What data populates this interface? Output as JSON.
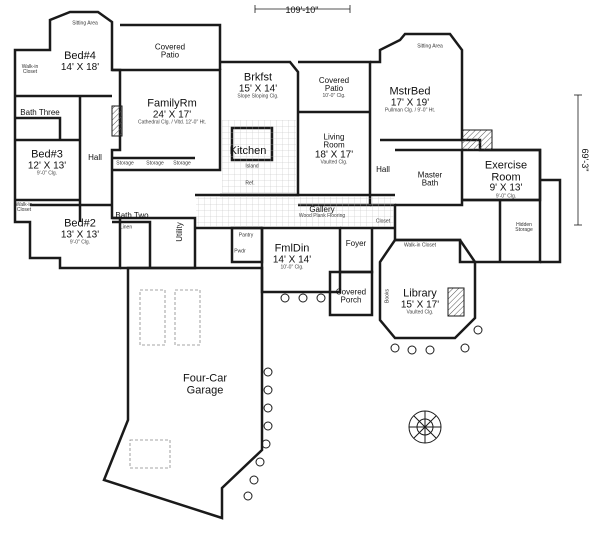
{
  "overall": {
    "width": "109'-10\"",
    "depth": "69'-3\""
  },
  "rooms": {
    "bed4": {
      "name": "Bed#4",
      "dims": "14' X 18'",
      "note": "Sitting Area"
    },
    "covered_patio_left": {
      "name": "Covered",
      "name2": "Patio"
    },
    "familyrm": {
      "name": "FamilyRm",
      "dims": "24' X 17'",
      "note": "Cathedral Clg. / Vltd. 12'-0\" Ht."
    },
    "brkfst": {
      "name": "Brkfst",
      "dims": "15' X 14'",
      "note": "Slope Sloping Clg."
    },
    "covered_patio_mid": {
      "name": "Covered",
      "name2": "Patio",
      "note": "10'-0\" Clg."
    },
    "mstrbed": {
      "name": "MstrBed",
      "dims": "17' X 19'",
      "note": "Sitting Area",
      "note2": "Pullman Clg. / 9'-0\" Ht."
    },
    "bath_three": {
      "name": "Bath Three"
    },
    "walkin_left_top": {
      "name": "Walk-in Closet"
    },
    "bed3": {
      "name": "Bed#3",
      "dims": "12' X 13'",
      "note": "9'-0\" Clg."
    },
    "hall_left": {
      "name": "Hall"
    },
    "kitchen": {
      "name": "Kitchen",
      "island": "Island"
    },
    "living": {
      "name": "Living",
      "name2": "Room",
      "dims": "18' X 17'",
      "note": "Vaulted Clg."
    },
    "master_bath": {
      "name": "Master",
      "name2": "Bath"
    },
    "exercise": {
      "name": "Exercise",
      "name2": "Room",
      "dims": "9' X 13'",
      "note": "9'-0\" Clg."
    },
    "bed2": {
      "name": "Bed#2",
      "dims": "13' X 13'",
      "note": "9'-0\" Clg."
    },
    "bath_two": {
      "name": "Bath Two"
    },
    "walkin_left_bottom": {
      "name": "Walk-in Closet"
    },
    "utility": {
      "name": "Utility"
    },
    "gallery": {
      "name": "Gallery",
      "note": "Wood Plank Flooring"
    },
    "hall_right": {
      "name": "Hall"
    },
    "walkin_right": {
      "name": "Walk-in Closet"
    },
    "pantry": {
      "name": "Pantry"
    },
    "fmldin": {
      "name": "FmlDin",
      "dims": "14' X 14'",
      "note": "10'-0\" Clg."
    },
    "foyer": {
      "name": "Foyer"
    },
    "covered_porch": {
      "name": "Covered",
      "name2": "Porch"
    },
    "library": {
      "name": "Library",
      "dims": "15' X 17'",
      "note": "Vaulted Clg."
    },
    "garage": {
      "name": "Four-Car",
      "name2": "Garage"
    }
  },
  "small_labels": {
    "storage1": "Storage",
    "storage2": "Storage",
    "storage3": "Storage",
    "linen": "Linen",
    "closet": "Closet",
    "powder": "Pwdr",
    "books": "Books",
    "ref": "Ref.",
    "hidden_storage": "Hidden Storage"
  },
  "colors": {
    "line": "#1a1a1a",
    "hatch": "#555555",
    "paper": "#ffffff"
  }
}
